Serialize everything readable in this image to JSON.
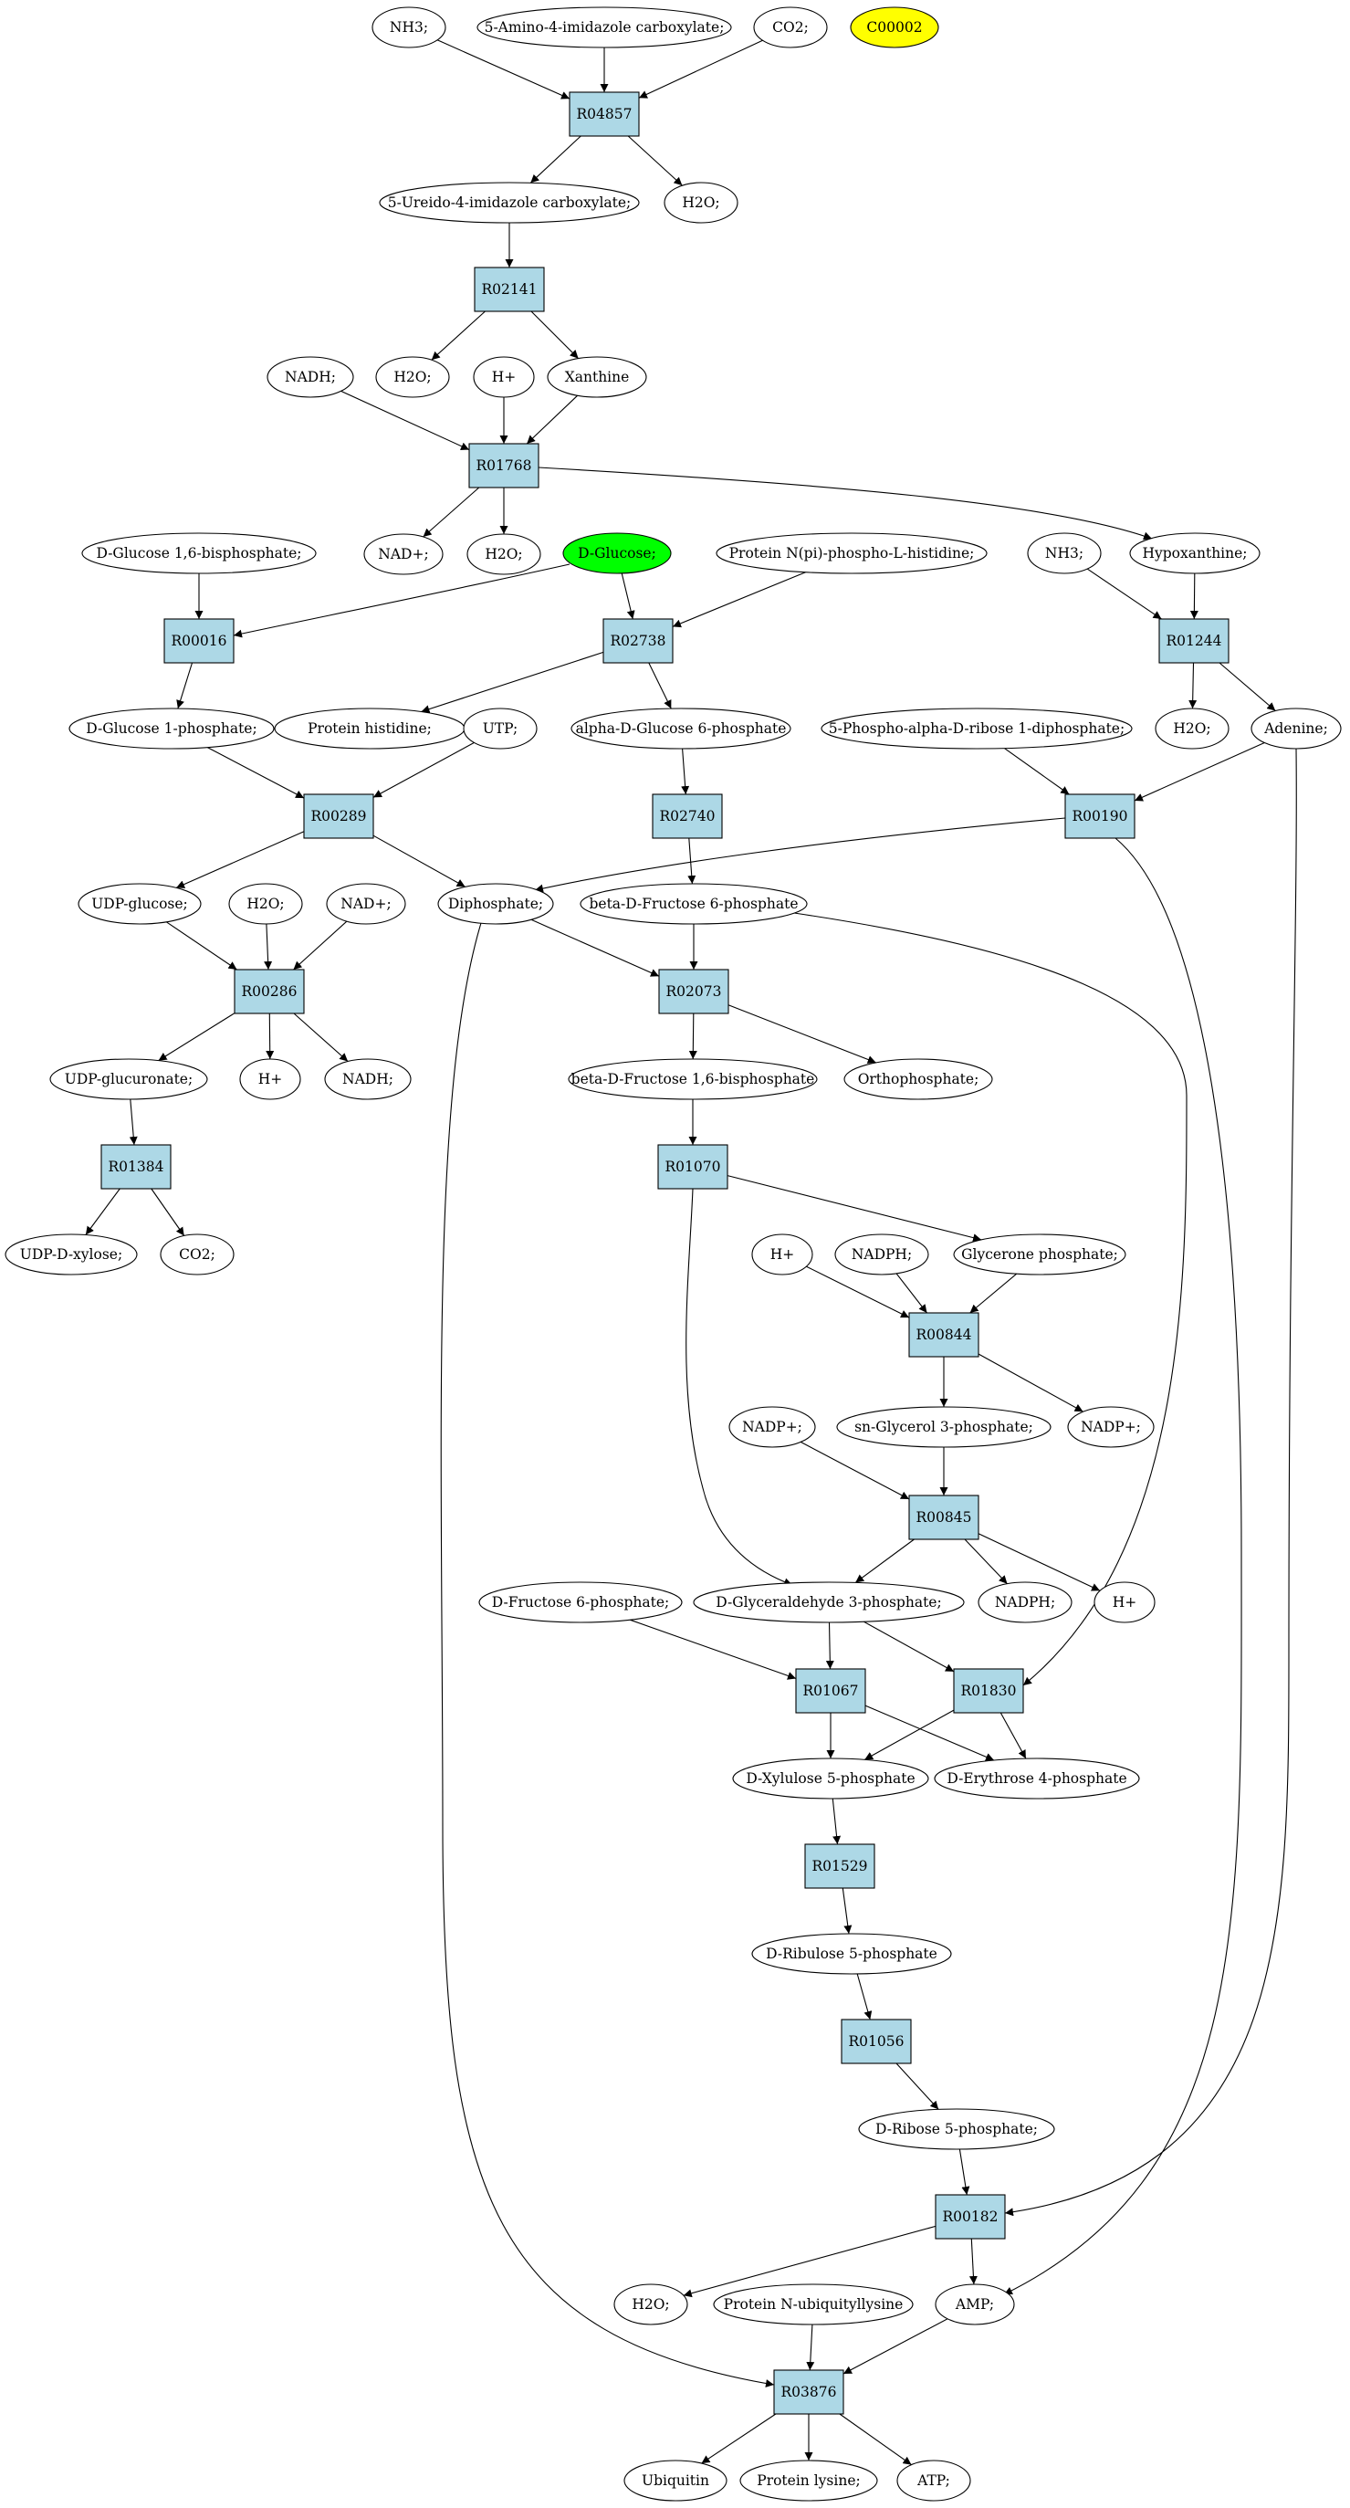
{
  "graph": {
    "colors": {
      "reaction_fill": "#add8e6",
      "metabolite_fill": "#ffffff",
      "highlight_green": "#00ff00",
      "highlight_yellow": "#ffff00",
      "stroke": "#000000"
    },
    "nodes": [
      {
        "id": "m_nh3_a",
        "label": "NH3;",
        "kind": "metabolite"
      },
      {
        "id": "m_aica",
        "label": "5-Amino-4-imidazole carboxylate;",
        "kind": "metabolite"
      },
      {
        "id": "m_co2_a",
        "label": "CO2;",
        "kind": "metabolite"
      },
      {
        "id": "m_c00002",
        "label": "C00002",
        "kind": "metabolite",
        "fill": "yellow"
      },
      {
        "id": "r_R04857",
        "label": "R04857",
        "kind": "reaction"
      },
      {
        "id": "m_5ureido",
        "label": "5-Ureido-4-imidazole carboxylate;",
        "kind": "metabolite"
      },
      {
        "id": "m_h2o_a",
        "label": "H2O;",
        "kind": "metabolite"
      },
      {
        "id": "r_R02141",
        "label": "R02141",
        "kind": "reaction"
      },
      {
        "id": "m_nadh_a",
        "label": "NADH;",
        "kind": "metabolite"
      },
      {
        "id": "m_h2o_b",
        "label": "H2O;",
        "kind": "metabolite"
      },
      {
        "id": "m_hplus_a",
        "label": "H+",
        "kind": "metabolite"
      },
      {
        "id": "m_xanthine",
        "label": "Xanthine",
        "kind": "metabolite"
      },
      {
        "id": "r_R01768",
        "label": "R01768",
        "kind": "reaction"
      },
      {
        "id": "m_nadplus_a",
        "label": "NAD+;",
        "kind": "metabolite"
      },
      {
        "id": "m_h2o_c",
        "label": "H2O;",
        "kind": "metabolite"
      },
      {
        "id": "m_glc16bp",
        "label": "D-Glucose 1,6-bisphosphate;",
        "kind": "metabolite"
      },
      {
        "id": "m_dglucose",
        "label": "D-Glucose;",
        "kind": "metabolite",
        "fill": "green"
      },
      {
        "id": "m_protnpi",
        "label": "Protein N(pi)-phospho-L-histidine;",
        "kind": "metabolite"
      },
      {
        "id": "m_nh3_b",
        "label": "NH3;",
        "kind": "metabolite"
      },
      {
        "id": "m_hypoxanthine",
        "label": "Hypoxanthine;",
        "kind": "metabolite"
      },
      {
        "id": "r_R00016",
        "label": "R00016",
        "kind": "reaction"
      },
      {
        "id": "r_R02738",
        "label": "R02738",
        "kind": "reaction"
      },
      {
        "id": "r_R01244",
        "label": "R01244",
        "kind": "reaction"
      },
      {
        "id": "m_glc1p",
        "label": "D-Glucose 1-phosphate;",
        "kind": "metabolite"
      },
      {
        "id": "m_prothis",
        "label": "Protein histidine;",
        "kind": "metabolite"
      },
      {
        "id": "m_utp",
        "label": "UTP;",
        "kind": "metabolite"
      },
      {
        "id": "m_aglc6p",
        "label": "alpha-D-Glucose 6-phosphate",
        "kind": "metabolite"
      },
      {
        "id": "m_prpp",
        "label": "5-Phospho-alpha-D-ribose 1-diphosphate;",
        "kind": "metabolite"
      },
      {
        "id": "m_h2o_d",
        "label": "H2O;",
        "kind": "metabolite"
      },
      {
        "id": "m_adenine",
        "label": "Adenine;",
        "kind": "metabolite"
      },
      {
        "id": "r_R00289",
        "label": "R00289",
        "kind": "reaction"
      },
      {
        "id": "r_R02740",
        "label": "R02740",
        "kind": "reaction"
      },
      {
        "id": "r_R00190",
        "label": "R00190",
        "kind": "reaction"
      },
      {
        "id": "m_udpglc",
        "label": "UDP-glucose;",
        "kind": "metabolite"
      },
      {
        "id": "m_h2o_e",
        "label": "H2O;",
        "kind": "metabolite"
      },
      {
        "id": "m_nadplus_b",
        "label": "NAD+;",
        "kind": "metabolite"
      },
      {
        "id": "m_diphosphate",
        "label": "Diphosphate;",
        "kind": "metabolite"
      },
      {
        "id": "m_bfru6p",
        "label": "beta-D-Fructose 6-phosphate",
        "kind": "metabolite"
      },
      {
        "id": "r_R00286",
        "label": "R00286",
        "kind": "reaction"
      },
      {
        "id": "r_R02073",
        "label": "R02073",
        "kind": "reaction"
      },
      {
        "id": "m_udpglcur",
        "label": "UDP-glucuronate;",
        "kind": "metabolite"
      },
      {
        "id": "m_hplus_b",
        "label": "H+",
        "kind": "metabolite"
      },
      {
        "id": "m_nadh_b",
        "label": "NADH;",
        "kind": "metabolite"
      },
      {
        "id": "m_bfru16bp",
        "label": "beta-D-Fructose 1,6-bisphosphate",
        "kind": "metabolite"
      },
      {
        "id": "m_orthophosphate",
        "label": "Orthophosphate;",
        "kind": "metabolite"
      },
      {
        "id": "r_R01384",
        "label": "R01384",
        "kind": "reaction"
      },
      {
        "id": "r_R01070",
        "label": "R01070",
        "kind": "reaction"
      },
      {
        "id": "m_udpxyl",
        "label": "UDP-D-xylose;",
        "kind": "metabolite"
      },
      {
        "id": "m_co2_b",
        "label": "CO2;",
        "kind": "metabolite"
      },
      {
        "id": "m_hplus_c",
        "label": "H+",
        "kind": "metabolite"
      },
      {
        "id": "m_nadph_a",
        "label": "NADPH;",
        "kind": "metabolite"
      },
      {
        "id": "m_glyceronep",
        "label": "Glycerone phosphate;",
        "kind": "metabolite"
      },
      {
        "id": "r_R00844",
        "label": "R00844",
        "kind": "reaction"
      },
      {
        "id": "m_snglycerol3p",
        "label": "sn-Glycerol 3-phosphate;",
        "kind": "metabolite"
      },
      {
        "id": "m_nadpplus_a",
        "label": "NADP+;",
        "kind": "metabolite"
      },
      {
        "id": "m_nadpplus_b",
        "label": "NADP+;",
        "kind": "metabolite"
      },
      {
        "id": "r_R00845",
        "label": "R00845",
        "kind": "reaction"
      },
      {
        "id": "m_dfru6p",
        "label": "D-Fructose 6-phosphate;",
        "kind": "metabolite"
      },
      {
        "id": "m_g3p",
        "label": "D-Glyceraldehyde 3-phosphate;",
        "kind": "metabolite"
      },
      {
        "id": "m_nadph_b",
        "label": "NADPH;",
        "kind": "metabolite"
      },
      {
        "id": "m_hplus_d",
        "label": "H+",
        "kind": "metabolite"
      },
      {
        "id": "r_R01067",
        "label": "R01067",
        "kind": "reaction"
      },
      {
        "id": "r_R01830",
        "label": "R01830",
        "kind": "reaction"
      },
      {
        "id": "m_xu5p",
        "label": "D-Xylulose 5-phosphate",
        "kind": "metabolite"
      },
      {
        "id": "m_e4p",
        "label": "D-Erythrose 4-phosphate",
        "kind": "metabolite"
      },
      {
        "id": "r_R01529",
        "label": "R01529",
        "kind": "reaction"
      },
      {
        "id": "m_ru5p",
        "label": "D-Ribulose 5-phosphate",
        "kind": "metabolite"
      },
      {
        "id": "r_R01056",
        "label": "R01056",
        "kind": "reaction"
      },
      {
        "id": "m_r5p",
        "label": "D-Ribose 5-phosphate;",
        "kind": "metabolite"
      },
      {
        "id": "r_R00182",
        "label": "R00182",
        "kind": "reaction"
      },
      {
        "id": "m_h2o_f",
        "label": "H2O;",
        "kind": "metabolite"
      },
      {
        "id": "m_protubiq",
        "label": "Protein N-ubiquityllysine",
        "kind": "metabolite"
      },
      {
        "id": "m_amp",
        "label": "AMP;",
        "kind": "metabolite"
      },
      {
        "id": "r_R03876",
        "label": "R03876",
        "kind": "reaction"
      },
      {
        "id": "m_ubiquitin",
        "label": "Ubiquitin",
        "kind": "metabolite"
      },
      {
        "id": "m_protlys",
        "label": "Protein lysine;",
        "kind": "metabolite"
      },
      {
        "id": "m_atp",
        "label": "ATP;",
        "kind": "metabolite"
      }
    ],
    "edges": [
      [
        "m_nh3_a",
        "r_R04857"
      ],
      [
        "m_aica",
        "r_R04857"
      ],
      [
        "m_co2_a",
        "r_R04857"
      ],
      [
        "r_R04857",
        "m_5ureido"
      ],
      [
        "r_R04857",
        "m_h2o_a"
      ],
      [
        "m_5ureido",
        "r_R02141"
      ],
      [
        "r_R02141",
        "m_h2o_b"
      ],
      [
        "r_R02141",
        "m_xanthine"
      ],
      [
        "m_nadh_a",
        "r_R01768"
      ],
      [
        "m_hplus_a",
        "r_R01768"
      ],
      [
        "m_xanthine",
        "r_R01768"
      ],
      [
        "r_R01768",
        "m_nadplus_a"
      ],
      [
        "r_R01768",
        "m_h2o_c"
      ],
      [
        "r_R01768",
        "m_hypoxanthine"
      ],
      [
        "m_glc16bp",
        "r_R00016"
      ],
      [
        "m_dglucose",
        "r_R00016"
      ],
      [
        "m_dglucose",
        "r_R02738"
      ],
      [
        "m_protnpi",
        "r_R02738"
      ],
      [
        "m_nh3_b",
        "r_R01244"
      ],
      [
        "m_hypoxanthine",
        "r_R01244"
      ],
      [
        "r_R00016",
        "m_glc1p"
      ],
      [
        "r_R02738",
        "m_prothis"
      ],
      [
        "r_R02738",
        "m_aglc6p"
      ],
      [
        "r_R01244",
        "m_h2o_d"
      ],
      [
        "r_R01244",
        "m_adenine"
      ],
      [
        "m_glc1p",
        "r_R00289"
      ],
      [
        "m_utp",
        "r_R00289"
      ],
      [
        "m_aglc6p",
        "r_R02740"
      ],
      [
        "m_prpp",
        "r_R00190"
      ],
      [
        "m_adenine",
        "r_R00190"
      ],
      [
        "r_R00289",
        "m_udpglc"
      ],
      [
        "r_R00289",
        "m_diphosphate"
      ],
      [
        "r_R02740",
        "m_bfru6p"
      ],
      [
        "r_R00190",
        "m_diphosphate"
      ],
      [
        "m_udpglc",
        "r_R00286"
      ],
      [
        "m_h2o_e",
        "r_R00286"
      ],
      [
        "m_nadplus_b",
        "r_R00286"
      ],
      [
        "m_diphosphate",
        "r_R02073"
      ],
      [
        "m_bfru6p",
        "r_R02073"
      ],
      [
        "r_R00286",
        "m_udpglcur"
      ],
      [
        "r_R00286",
        "m_hplus_b"
      ],
      [
        "r_R00286",
        "m_nadh_b"
      ],
      [
        "r_R02073",
        "m_bfru16bp"
      ],
      [
        "r_R02073",
        "m_orthophosphate"
      ],
      [
        "m_udpglcur",
        "r_R01384"
      ],
      [
        "m_bfru16bp",
        "r_R01070"
      ],
      [
        "r_R01384",
        "m_udpxyl"
      ],
      [
        "r_R01384",
        "m_co2_b"
      ],
      [
        "r_R01070",
        "m_glyceronep"
      ],
      [
        "r_R01070",
        "m_g3p"
      ],
      [
        "m_hplus_c",
        "r_R00844"
      ],
      [
        "m_nadph_a",
        "r_R00844"
      ],
      [
        "m_glyceronep",
        "r_R00844"
      ],
      [
        "r_R00844",
        "m_snglycerol3p"
      ],
      [
        "r_R00844",
        "m_nadpplus_a"
      ],
      [
        "m_nadpplus_b",
        "r_R00845"
      ],
      [
        "m_snglycerol3p",
        "r_R00845"
      ],
      [
        "r_R00845",
        "m_g3p"
      ],
      [
        "r_R00845",
        "m_nadph_b"
      ],
      [
        "r_R00845",
        "m_hplus_d"
      ],
      [
        "m_dfru6p",
        "r_R01067"
      ],
      [
        "m_g3p",
        "r_R01067"
      ],
      [
        "m_g3p",
        "r_R01830"
      ],
      [
        "m_bfru6p",
        "r_R01830"
      ],
      [
        "r_R01067",
        "m_xu5p"
      ],
      [
        "r_R01067",
        "m_e4p"
      ],
      [
        "r_R01830",
        "m_xu5p"
      ],
      [
        "r_R01830",
        "m_e4p"
      ],
      [
        "m_xu5p",
        "r_R01529"
      ],
      [
        "r_R01529",
        "m_ru5p"
      ],
      [
        "m_ru5p",
        "r_R01056"
      ],
      [
        "r_R01056",
        "m_r5p"
      ],
      [
        "m_r5p",
        "r_R00182"
      ],
      [
        "m_adenine",
        "r_R00182"
      ],
      [
        "r_R00182",
        "m_h2o_f"
      ],
      [
        "r_R00182",
        "m_amp"
      ],
      [
        "r_R00190",
        "m_amp"
      ],
      [
        "m_protubiq",
        "r_R03876"
      ],
      [
        "m_amp",
        "r_R03876"
      ],
      [
        "m_diphosphate",
        "r_R03876"
      ],
      [
        "r_R03876",
        "m_ubiquitin"
      ],
      [
        "r_R03876",
        "m_protlys"
      ],
      [
        "r_R03876",
        "m_atp"
      ]
    ]
  }
}
